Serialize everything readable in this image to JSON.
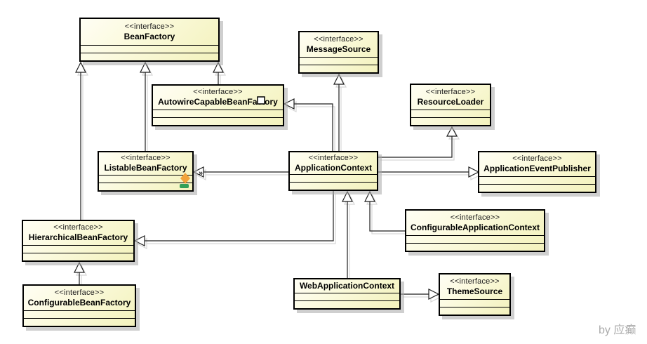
{
  "diagram": {
    "kind": "uml-class-diagram",
    "nodes": {
      "beanFactory": {
        "stereotype": "<<interface>>",
        "name": "BeanFactory"
      },
      "messageSource": {
        "stereotype": "<<interface>>",
        "name": "MessageSource"
      },
      "autowireCapableBeanFactory": {
        "stereotype": "<<interface>>",
        "name": "AutowireCapableBeanFactory"
      },
      "resourceLoader": {
        "stereotype": "<<interface>>",
        "name": "ResourceLoader"
      },
      "listableBeanFactory": {
        "stereotype": "<<interface>>",
        "name": "ListableBeanFactory"
      },
      "applicationContext": {
        "stereotype": "<<interface>>",
        "name": "ApplicationContext"
      },
      "applicationEventPublisher": {
        "stereotype": "<<interface>>",
        "name": "ApplicationEventPublisher"
      },
      "hierarchicalBeanFactory": {
        "stereotype": "<<interface>>",
        "name": "HierarchicalBeanFactory"
      },
      "configurableApplicationContext": {
        "stereotype": "<<interface>>",
        "name": "ConfigurableApplicationContext"
      },
      "configurableBeanFactory": {
        "stereotype": "<<interface>>",
        "name": "ConfigurableBeanFactory"
      },
      "webApplicationContext": {
        "name": "WebApplicationContext"
      },
      "themeSource": {
        "stereotype": "<<interface>>",
        "name": "ThemeSource"
      }
    },
    "edges": [
      {
        "from": "HierarchicalBeanFactory",
        "to": "BeanFactory",
        "type": "generalization"
      },
      {
        "from": "ListableBeanFactory",
        "to": "BeanFactory",
        "type": "generalization"
      },
      {
        "from": "AutowireCapableBeanFactory",
        "to": "BeanFactory",
        "type": "generalization"
      },
      {
        "from": "ApplicationContext",
        "to": "AutowireCapableBeanFactory",
        "type": "generalization"
      },
      {
        "from": "ApplicationContext",
        "to": "MessageSource",
        "type": "generalization"
      },
      {
        "from": "ApplicationContext",
        "to": "ResourceLoader",
        "type": "generalization"
      },
      {
        "from": "ApplicationContext",
        "to": "ListableBeanFactory",
        "type": "generalization"
      },
      {
        "from": "ApplicationContext",
        "to": "ApplicationEventPublisher",
        "type": "generalization"
      },
      {
        "from": "ApplicationContext",
        "to": "HierarchicalBeanFactory",
        "type": "generalization"
      },
      {
        "from": "ConfigurableApplicationContext",
        "to": "ApplicationContext",
        "type": "generalization"
      },
      {
        "from": "WebApplicationContext",
        "to": "ApplicationContext",
        "type": "generalization"
      },
      {
        "from": "ConfigurableBeanFactory",
        "to": "HierarchicalBeanFactory",
        "type": "generalization"
      },
      {
        "from": "WebApplicationContext",
        "to": "ThemeSource",
        "type": "generalization"
      }
    ],
    "decorations": {
      "guillemet": "»"
    },
    "watermark": "by 应癫",
    "colors": {
      "node_fill_top": "#fffef4",
      "node_fill_bottom": "#f3f2bd",
      "node_border": "#000000",
      "shadow": "#a8a8a8",
      "line": "#1e1e1e",
      "diamond_orange": "#f2a33c",
      "bar_green": "#33a058",
      "watermark_gray": "#ababab"
    }
  }
}
